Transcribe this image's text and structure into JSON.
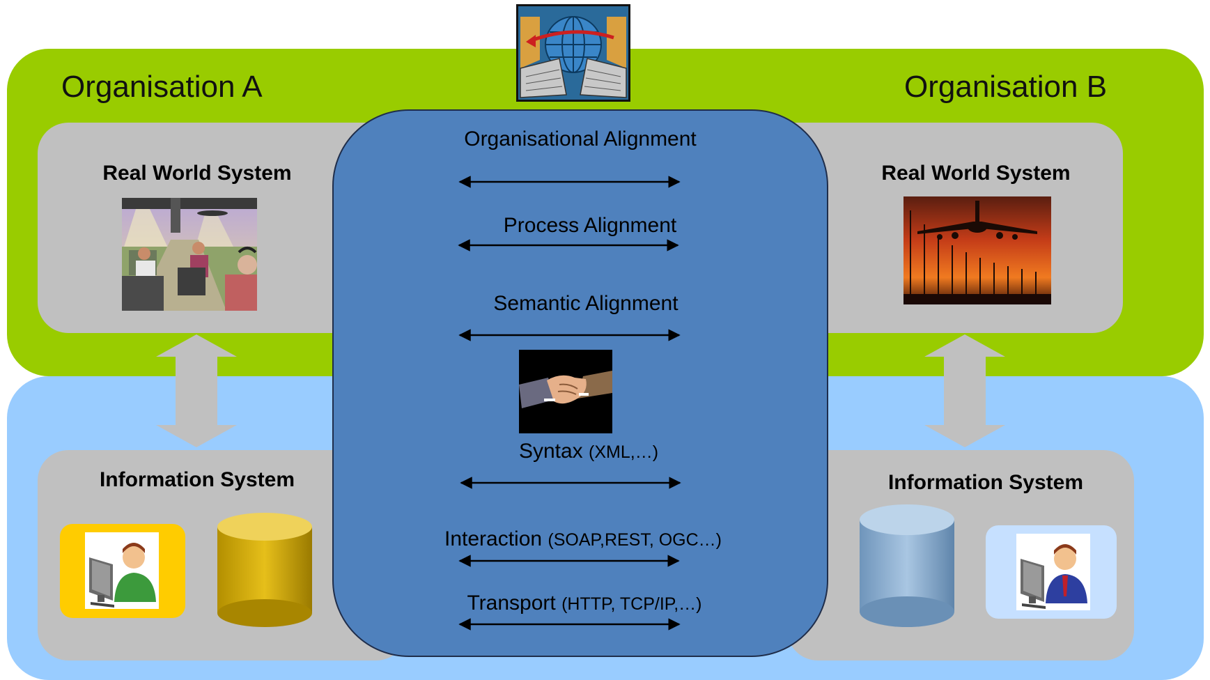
{
  "organisation_a": {
    "title": "Organisation A",
    "real_world_title": "Real World System",
    "info_system_title": "Information System"
  },
  "organisation_b": {
    "title": "Organisation B",
    "real_world_title": "Real World System",
    "info_system_title": "Information System"
  },
  "layers": [
    {
      "label": "Organisational Alignment",
      "detail": ""
    },
    {
      "label": "Process Alignment",
      "detail": ""
    },
    {
      "label": "Semantic Alignment",
      "detail": ""
    },
    {
      "label": "Syntax",
      "detail": "(XML,…)"
    },
    {
      "label": "Interaction",
      "detail": "(SOAP,REST, OGC…)"
    },
    {
      "label": "Transport",
      "detail": "(HTTP, TCP/IP,…)"
    }
  ],
  "icons": {
    "network": "network-exchange-icon",
    "handshake": "handshake-icon",
    "control_tower": "control-tower-image",
    "airplane": "airplane-landing-image",
    "user_a": "user-computer-icon",
    "user_b": "user-computer-icon",
    "database_a": "database-icon",
    "database_b": "database-icon"
  },
  "colors": {
    "green_band": "#99cc00",
    "blue_band": "#99ccff",
    "center_panel": "#4f81bd",
    "grey_box": "#c0c0c0",
    "db_a": "#ccaa00",
    "db_b": "#7ea6cc",
    "user_a_frame": "#ffcc00"
  }
}
